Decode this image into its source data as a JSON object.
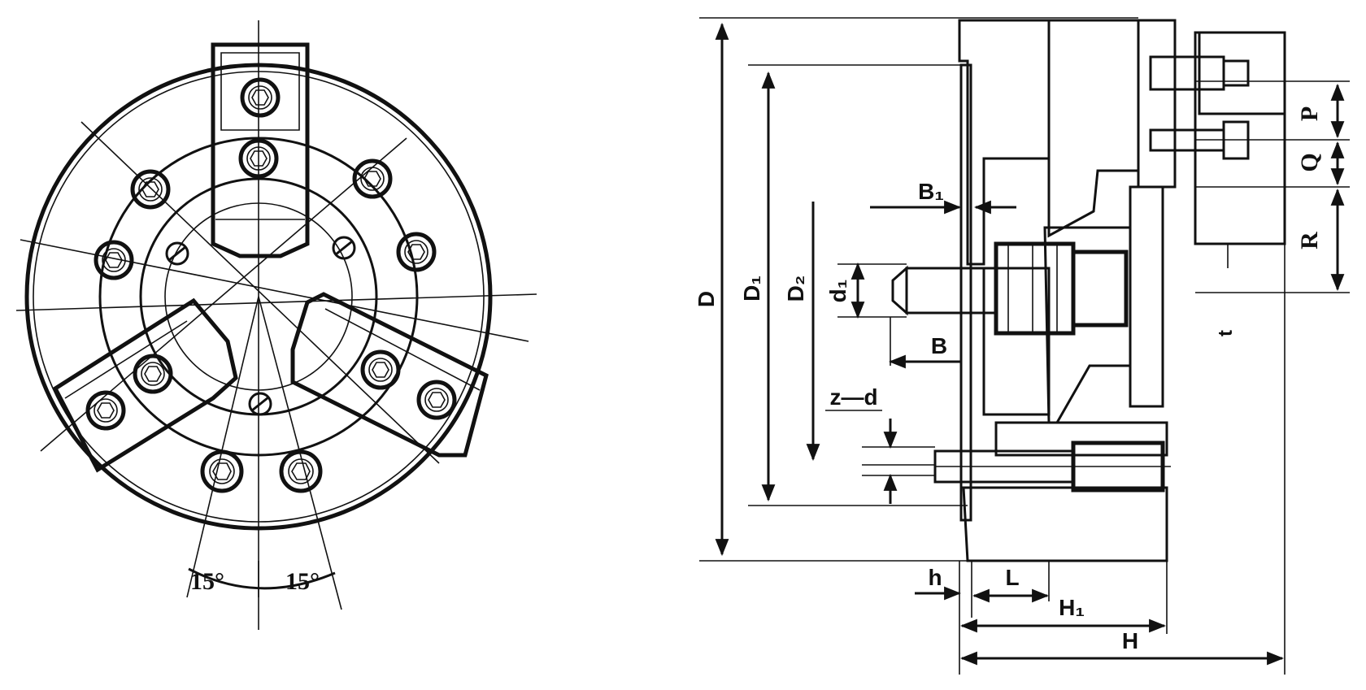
{
  "front_view": {
    "angle_left": "15°",
    "angle_right": "15°"
  },
  "section_view": {
    "labels": {
      "D": "D",
      "D1": "D₁",
      "D2": "D₂",
      "d1": "d₁",
      "B1": "B₁",
      "B": "B",
      "zd": "z—d",
      "h": "h",
      "L": "L",
      "H1": "H₁",
      "H": "H",
      "P": "P",
      "Q": "Q",
      "R": "R",
      "t": "t"
    }
  },
  "colors": {
    "ink": "#111111",
    "paper": "#ffffff"
  }
}
